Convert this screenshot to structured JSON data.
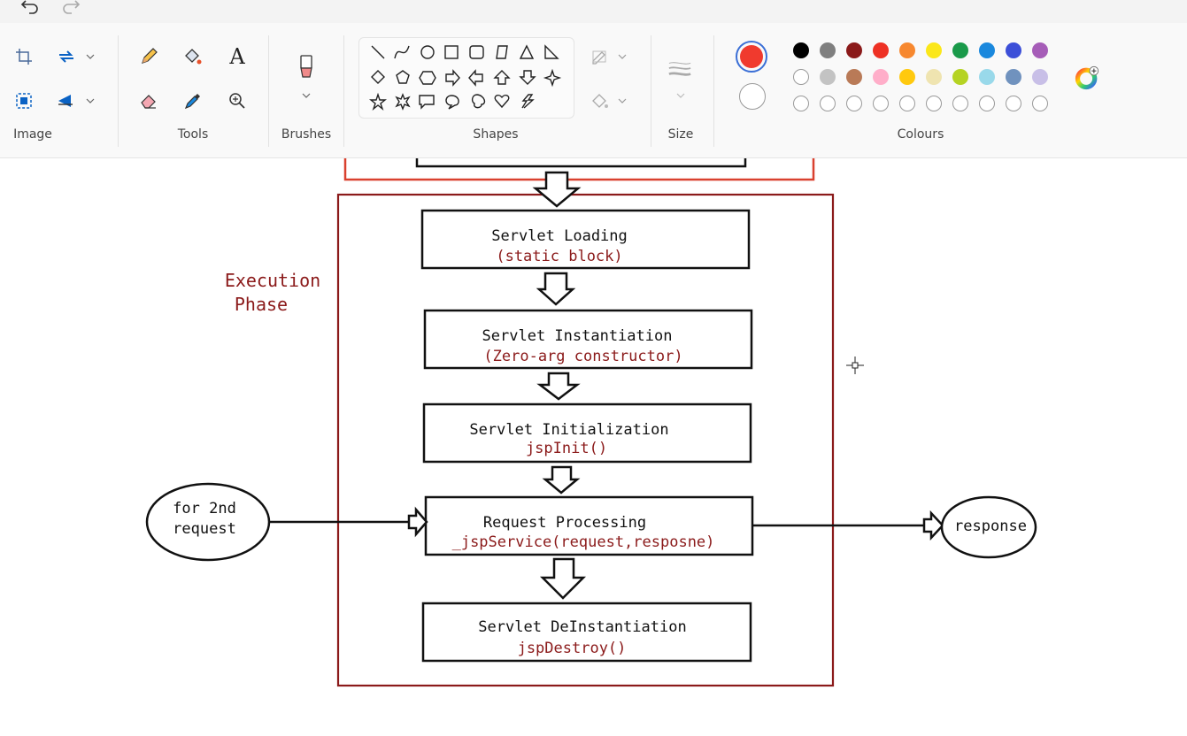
{
  "ribbon": {
    "groups": {
      "image": "Image",
      "tools": "Tools",
      "brushes": "Brushes",
      "shapes": "Shapes",
      "size": "Size",
      "colours": "Colours"
    },
    "tool_text_glyph": "A",
    "icons": {
      "undo": "undo-icon",
      "redo": "redo-icon",
      "crop": "crop-icon",
      "rotate": "rotate-icon",
      "resize": "resize-icon",
      "flip": "flip-icon",
      "pencil": "pencil-icon",
      "fill": "fill-icon",
      "text": "text-icon",
      "eraser": "eraser-icon",
      "picker": "color-picker-icon",
      "magnifier": "magnifier-icon",
      "brush": "brush-icon",
      "outline": "outline-icon",
      "fill_shape": "shape-fill-icon",
      "size": "size-icon",
      "edit_colours": "edit-colours-icon"
    },
    "primary_colour": "#f03a2e",
    "secondary_colour": "#ffffff",
    "palette_row1": [
      "#000000",
      "#7f7f7f",
      "#8b1a1a",
      "#ee3124",
      "#f7882f",
      "#fbe71a",
      "#1a9a4a",
      "#1a88dd",
      "#3c4fd8",
      "#a65db8"
    ],
    "palette_row2": [
      "#ffffff",
      "#c3c3c3",
      "#b97a57",
      "#ffaec9",
      "#ffc90e",
      "#efe4b0",
      "#b5d323",
      "#99d9ea",
      "#7092be",
      "#c8bfe7"
    ],
    "palette_row3": [
      "#ffffff",
      "#ffffff",
      "#ffffff",
      "#ffffff",
      "#ffffff",
      "#ffffff",
      "#ffffff",
      "#ffffff",
      "#ffffff",
      "#ffffff"
    ]
  },
  "diagram": {
    "phase_line1": "Execution",
    "phase_line2": "Phase",
    "steps": [
      {
        "title": "Servlet Loading",
        "sub": "(static block)"
      },
      {
        "title": "Servlet Instantiation",
        "sub": "(Zero-arg constructor)"
      },
      {
        "title": "Servlet Initialization",
        "sub": "jspInit()"
      },
      {
        "title": "Request Processing",
        "sub": "_jspService(request,resposne)"
      },
      {
        "title": "Servlet DeInstantiation",
        "sub": "jspDestroy()"
      }
    ],
    "left_ellipse_line1": "for 2nd",
    "left_ellipse_line2": "request",
    "right_ellipse": "response",
    "colors": {
      "phase_box": "#8b1a1a",
      "top_box": "#d9412f",
      "sub_text": "#8b1a1a"
    }
  }
}
